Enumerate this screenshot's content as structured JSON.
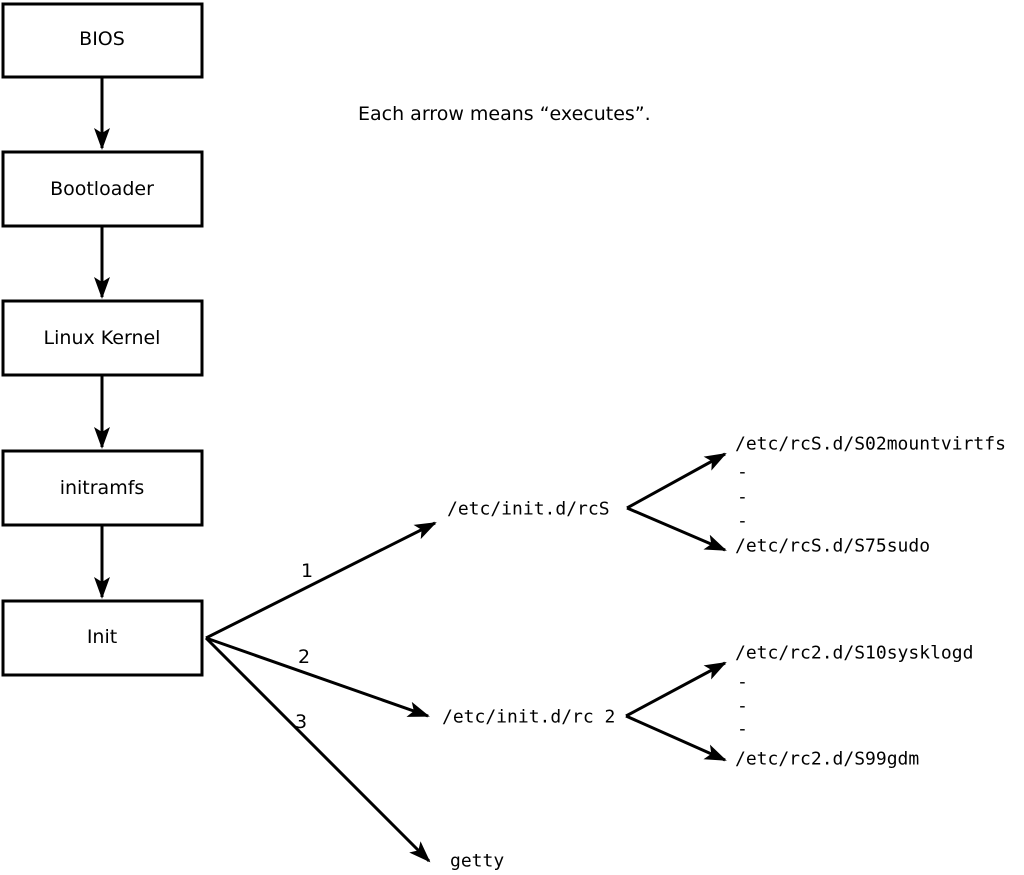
{
  "note": "Each arrow means “executes”.",
  "colors": {
    "line": "#000000",
    "background": "#ffffff",
    "box_fill": "#ffffff"
  },
  "boot_sequence": [
    {
      "label": "BIOS"
    },
    {
      "label": "Bootloader"
    },
    {
      "label": "Linux Kernel"
    },
    {
      "label": "initramfs"
    },
    {
      "label": "Init"
    }
  ],
  "init_branches": [
    {
      "order": "1",
      "target": "/etc/init.d/rcS"
    },
    {
      "order": "2",
      "target": "/etc/init.d/rc 2"
    },
    {
      "order": "3",
      "target": "getty"
    }
  ],
  "script_groups": [
    {
      "parent": "/etc/init.d/rcS",
      "first_script": "/etc/rcS.d/S02mountvirtfs",
      "ellipsis": [
        "-",
        "-",
        "-"
      ],
      "last_script": "/etc/rcS.d/S75sudo"
    },
    {
      "parent": "/etc/init.d/rc 2",
      "first_script": "/etc/rc2.d/S10sysklogd",
      "ellipsis": [
        "-",
        "-",
        "-"
      ],
      "last_script": "/etc/rc2.d/S99gdm"
    }
  ]
}
